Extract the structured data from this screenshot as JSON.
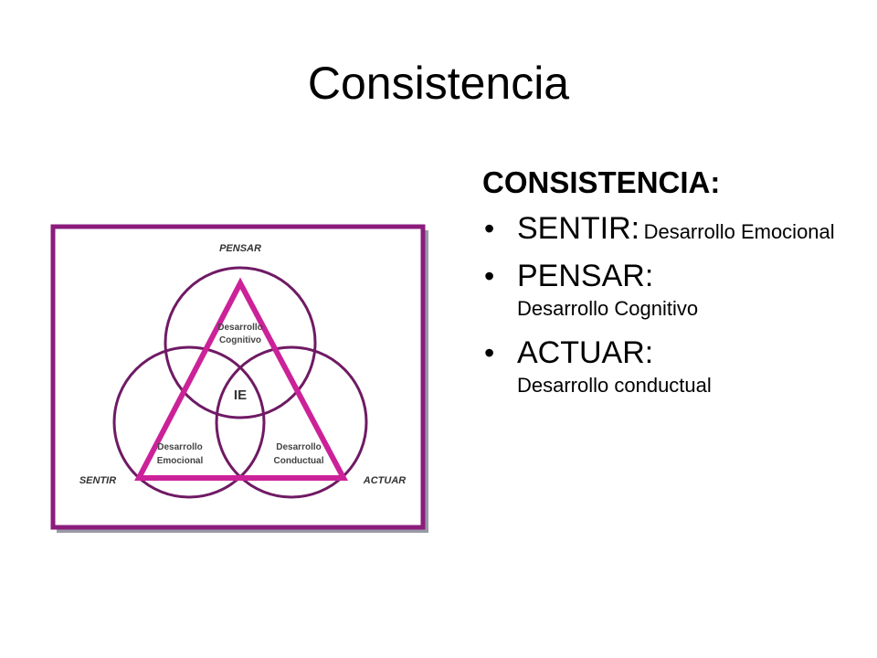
{
  "slide": {
    "title": "Consistencia"
  },
  "diagram": {
    "frame_color": "#8b1c7c",
    "triangle_color": "#cc2299",
    "circle_color": "#6f1a64",
    "vertex_labels": {
      "top": "PENSAR",
      "left": "SENTIR",
      "right": "ACTUAR"
    },
    "inner_labels": {
      "top_line1": "Desarrollo",
      "top_line2": "Cognitivo",
      "left_line1": "Desarrollo",
      "left_line2": "Emocional",
      "right_line1": "Desarrollo",
      "right_line2": "Conductual",
      "center": "IE"
    }
  },
  "panel": {
    "heading": "CONSISTENCIA:",
    "items": [
      {
        "term": "SENTIR:",
        "description": "Desarrollo Emocional"
      },
      {
        "term": "PENSAR:",
        "description": "Desarrollo Cognitivo"
      },
      {
        "term": "ACTUAR:",
        "description": "Desarrollo conductual"
      }
    ]
  }
}
